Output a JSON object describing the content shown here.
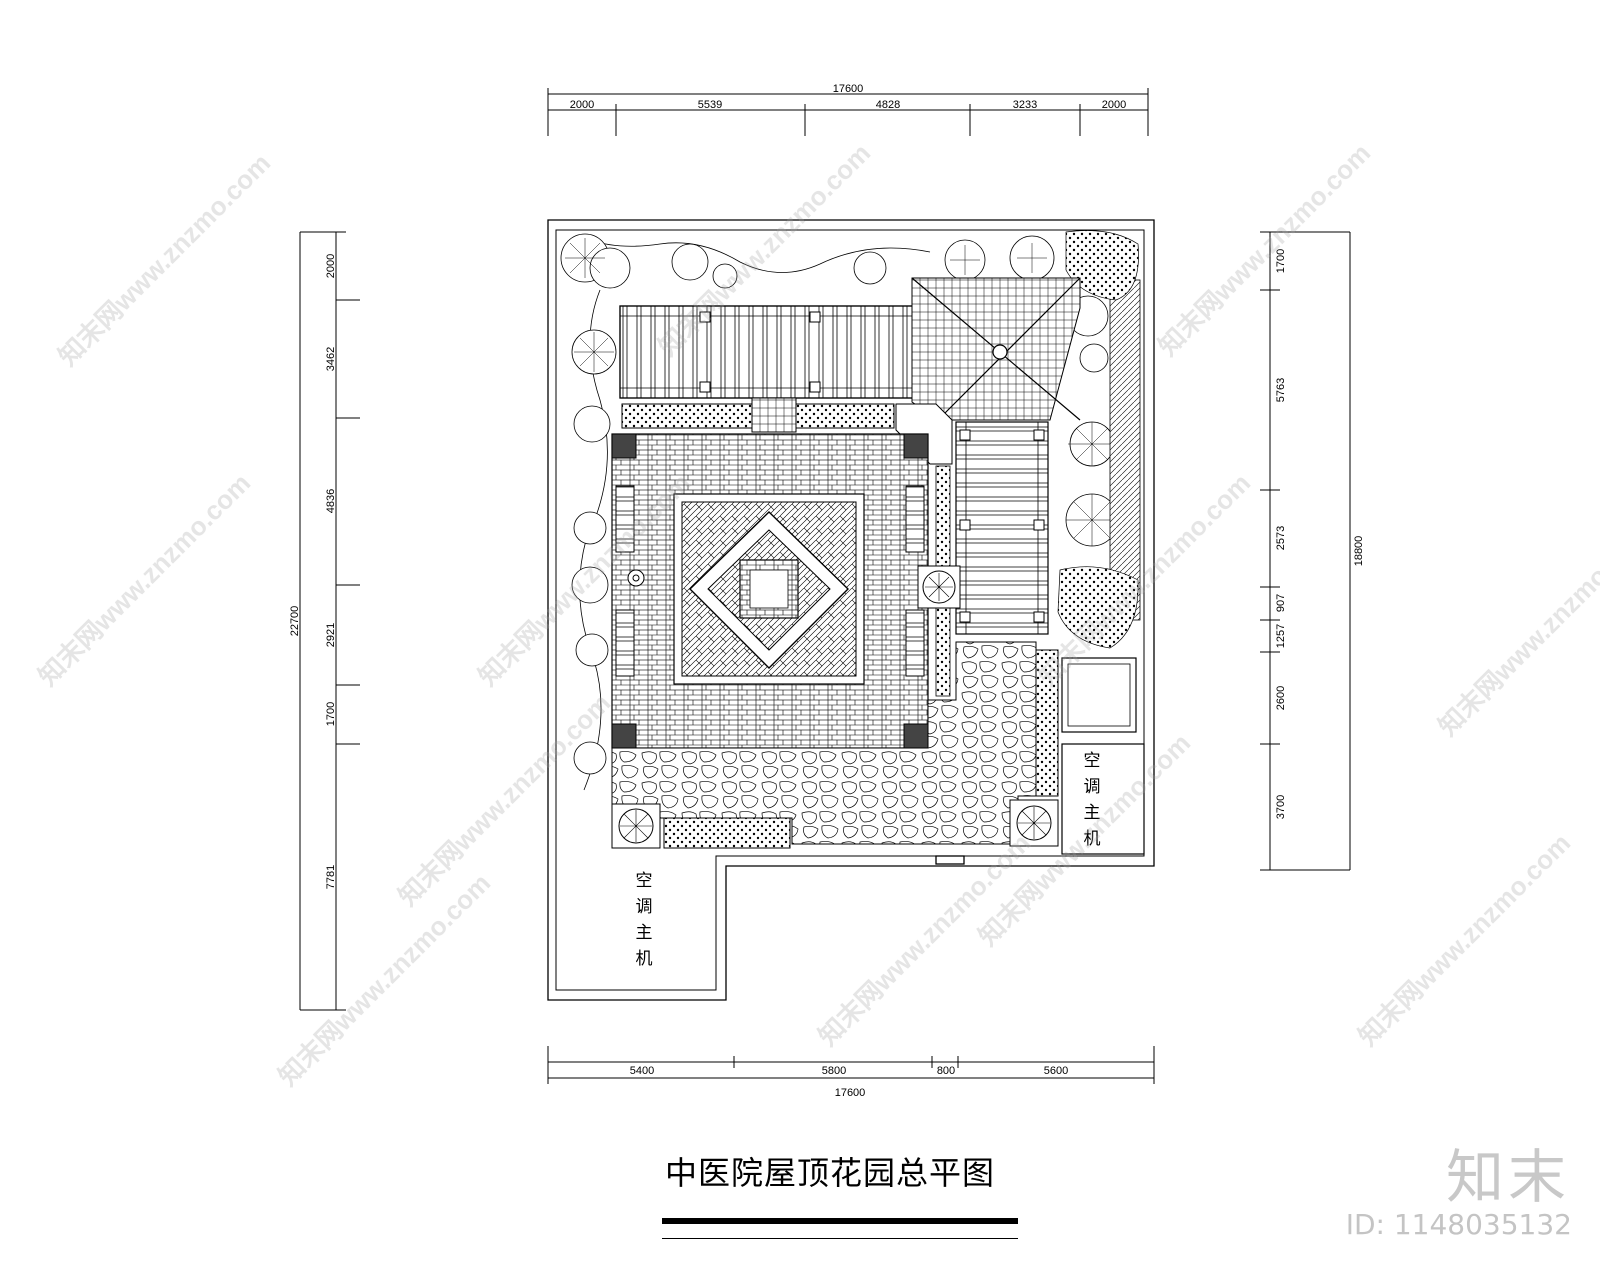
{
  "dimensions": {
    "top_total": "17600",
    "top_segments": [
      "2000",
      "5539",
      "4828",
      "3233",
      "2000"
    ],
    "bottom_total": "17600",
    "bottom_segments": [
      "5400",
      "5800",
      "800",
      "5600"
    ],
    "left_total": "22700",
    "left_segments": [
      "2000",
      "3462",
      "4836",
      "2921",
      "1700",
      "7781"
    ],
    "right_total": "18800",
    "right_segments": [
      "1700",
      "5763",
      "2573",
      "907",
      "1257",
      "2600",
      "3700"
    ]
  },
  "labels": {
    "ac_unit_right": [
      "空",
      "调",
      "主",
      "机"
    ],
    "ac_unit_left": [
      "空",
      "调",
      "主",
      "机"
    ]
  },
  "title": "中医院屋顶花园总平图",
  "brand": {
    "logo_text": "知末",
    "id_text": "ID: 1148035132"
  },
  "watermark": "知末网www.znzmo.com",
  "colors": {
    "line": "#000000",
    "watermark": "#a0a0a0"
  }
}
